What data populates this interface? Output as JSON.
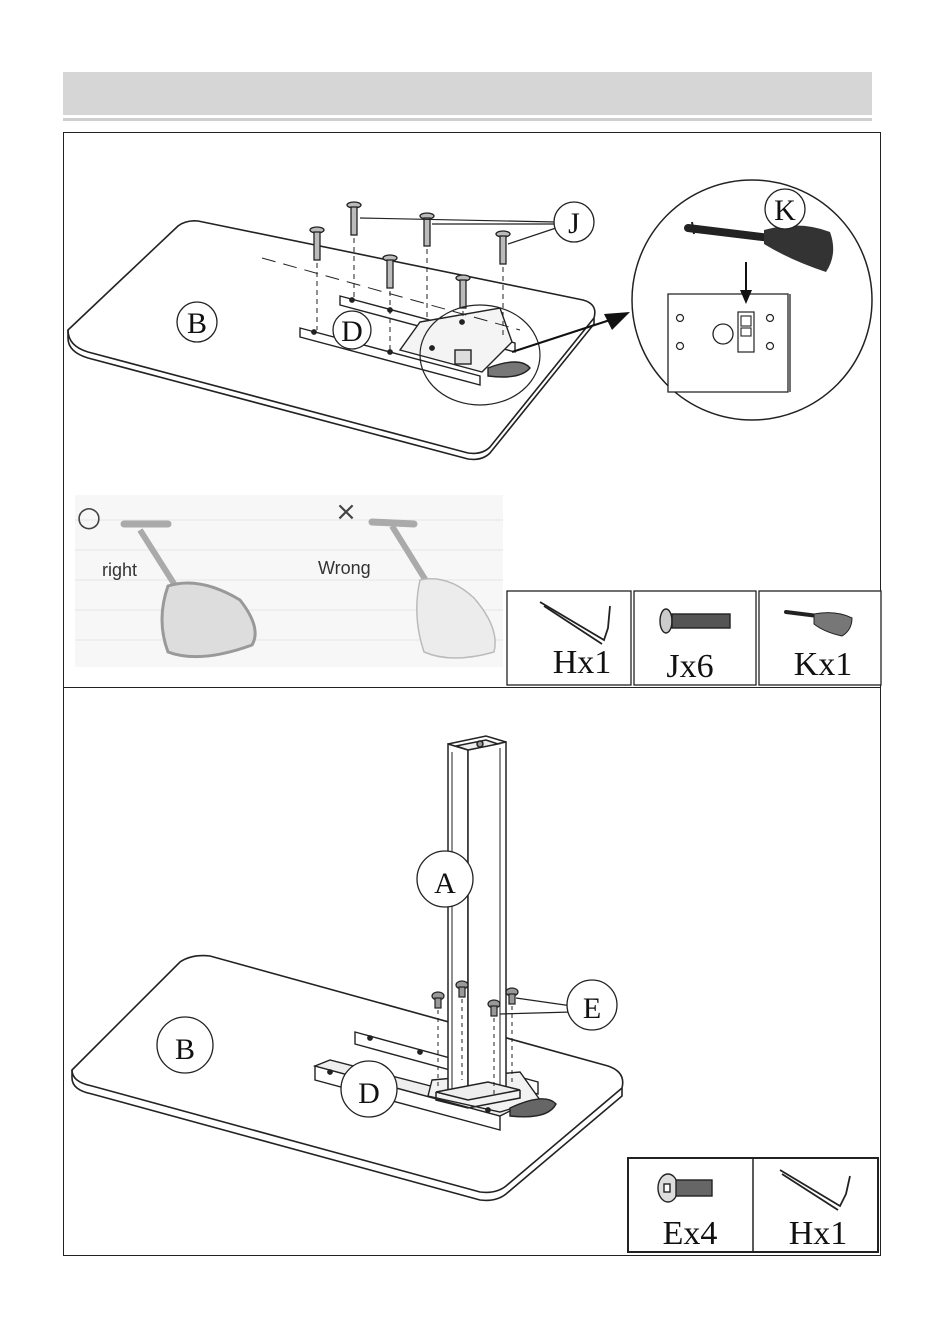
{
  "step1": {
    "labels": {
      "tabletop": "B",
      "bracket": "D",
      "screws": "J",
      "tool": "K"
    },
    "comparison": {
      "right_mark": "○",
      "right_label": "right",
      "wrong_mark": "×",
      "wrong_label": "Wrong"
    },
    "parts": [
      {
        "icon": "hex-key-icon",
        "label": "Hx1"
      },
      {
        "icon": "screw-icon",
        "label": "Jx6"
      },
      {
        "icon": "tool-k-icon",
        "label": "Kx1"
      }
    ]
  },
  "step2": {
    "labels": {
      "leg": "A",
      "tabletop": "B",
      "bracket": "D",
      "screws": "E"
    },
    "parts": [
      {
        "icon": "bolt-icon",
        "label": "Ex4"
      },
      {
        "icon": "hex-key-icon",
        "label": "Hx1"
      }
    ]
  }
}
